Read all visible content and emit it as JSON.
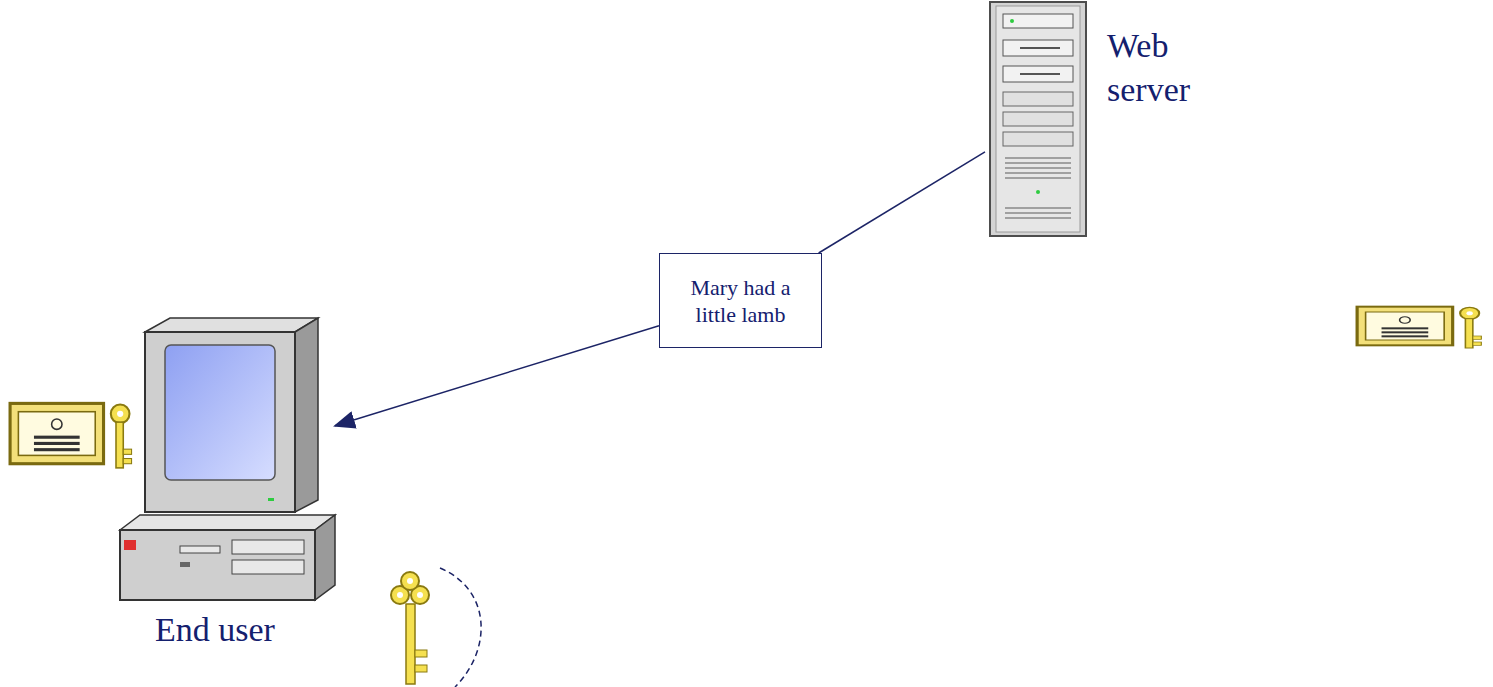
{
  "diagram": {
    "nodes": [
      {
        "text": [
          "Web server"
        ]
      },
      {
        "text": [
          "Mary had a little lamb"
        ]
      },
      {
        "text": [
          "End user"
        ]
      }
    ],
    "edges": [
      {
        "from": 0,
        "to": 1,
        "arrow": "none"
      },
      {
        "from": 1,
        "to": 2,
        "arrow": "to"
      }
    ]
  }
}
